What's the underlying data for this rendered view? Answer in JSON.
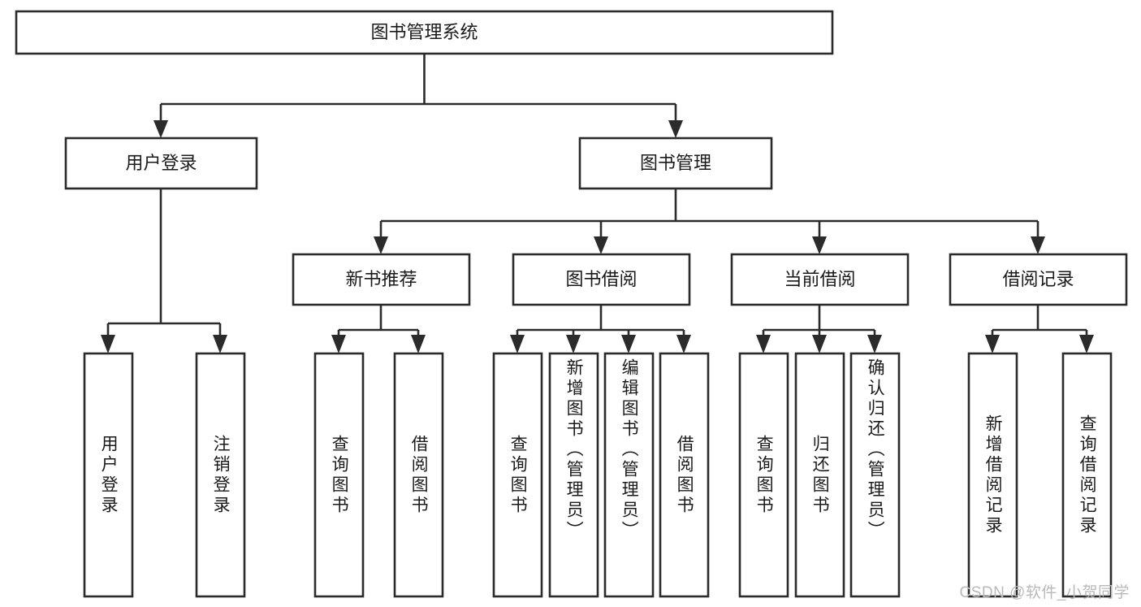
{
  "diagram": {
    "title": "图书管理系统",
    "type": "tree",
    "orientation": "top-down",
    "colors": {
      "box_fill": "#ffffff",
      "box_stroke": "#2b2b2b",
      "text": "#1a1a1a",
      "background": "#ffffff",
      "watermark": "#b9b9b9"
    },
    "root": {
      "label": "图书管理系统",
      "children": [
        {
          "label": "用户登录",
          "children": [
            {
              "label": "用户登录"
            },
            {
              "label": "注销登录"
            }
          ]
        },
        {
          "label": "图书管理",
          "children": [
            {
              "label": "新书推荐",
              "children": [
                {
                  "label": "查询图书"
                },
                {
                  "label": "借阅图书"
                }
              ]
            },
            {
              "label": "图书借阅",
              "children": [
                {
                  "label": "查询图书"
                },
                {
                  "label": "新增图书（管理员）"
                },
                {
                  "label": "编辑图书（管理员）"
                },
                {
                  "label": "借阅图书"
                }
              ]
            },
            {
              "label": "当前借阅",
              "children": [
                {
                  "label": "查询图书"
                },
                {
                  "label": "归还图书"
                },
                {
                  "label": "确认归还（管理员）"
                }
              ]
            },
            {
              "label": "借阅记录",
              "children": [
                {
                  "label": "新增借阅记录"
                },
                {
                  "label": "查询借阅记录"
                }
              ]
            }
          ]
        }
      ]
    },
    "nodes": {
      "root": "图书管理系统",
      "l1": {
        "user_login": "用户登录",
        "book_manage": "图书管理"
      },
      "l2": {
        "new_book_rec": "新书推荐",
        "book_borrow": "图书借阅",
        "current_borrow": "当前借阅",
        "borrow_record": "借阅记录"
      },
      "leaves": {
        "user_login_1": "用户登录",
        "user_login_2": "注销登录",
        "new_book_rec_1": "查询图书",
        "new_book_rec_2": "借阅图书",
        "book_borrow_1": "查询图书",
        "book_borrow_2": "新增图书（管理员）",
        "book_borrow_3": "编辑图书（管理员）",
        "book_borrow_4": "借阅图书",
        "current_borrow_1": "查询图书",
        "current_borrow_2": "归还图书",
        "current_borrow_3": "确认归还（管理员）",
        "borrow_record_1": "新增借阅记录",
        "borrow_record_2": "查询借阅记录"
      }
    }
  },
  "watermark": {
    "text": "CSDN @软件_小贺同学"
  }
}
